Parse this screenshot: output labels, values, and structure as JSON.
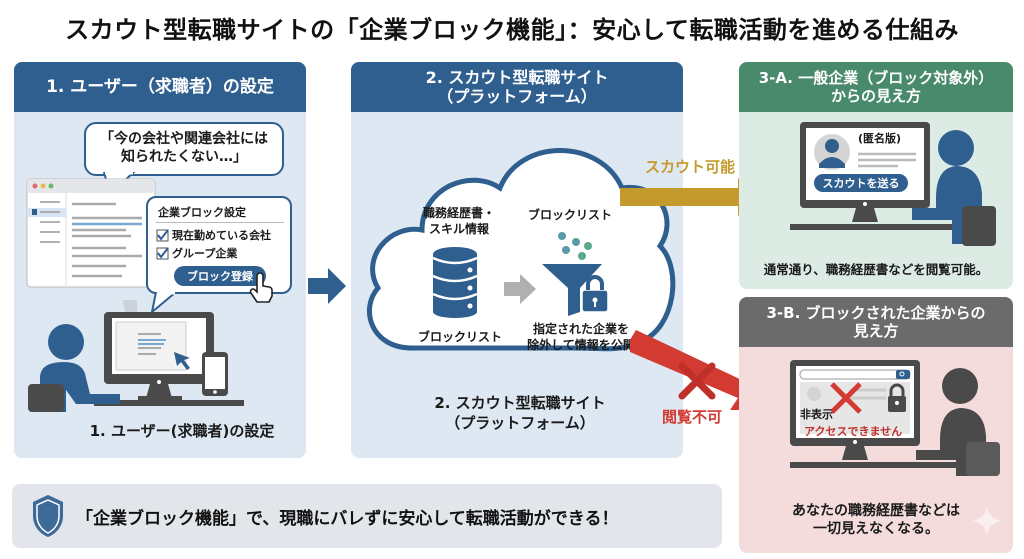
{
  "title": "スカウト型転職サイトの「企業ブロック機能」：安心して転職活動を進める仕組み",
  "panel1": {
    "header": "1. ユーザー（求職者）の設定",
    "speech": [
      "「今の会社や関連会社には",
      "知られたくない…」"
    ],
    "settings_title": "企業ブロック設定",
    "checkbox1": "現在勤めている会社",
    "checkbox2": "グループ企業",
    "register_button": "ブロック登録",
    "caption": "1. ユーザー(求職者)の設定"
  },
  "panel2": {
    "header": [
      "2. スカウト型転職サイト",
      "（プラットフォーム）"
    ],
    "db_label": [
      "職務経歴書・",
      "スキル情報"
    ],
    "filter_label": "ブロックリスト",
    "db_caption": "ブロックリスト",
    "filter_caption": [
      "指定された企業を",
      "除外して情報を公開"
    ],
    "caption": [
      "2. スカウト型転職サイト",
      "（プラットフォーム）"
    ]
  },
  "arrows": {
    "scout_ok": "スカウト可能",
    "view_ng": "閲覧不可"
  },
  "panel3a": {
    "header": [
      "3-A. 一般企業（ブロック対象外）",
      "からの見え方"
    ],
    "anon_label": "(匿名版)",
    "send_scout_button": "スカウトを送る",
    "caption": "通常通り、職務経歴書などを閲覧可能。"
  },
  "panel3b": {
    "header": [
      "3-B. ブロックされた企業からの",
      "見え方"
    ],
    "hidden_label": "非表示",
    "access_denied": "アクセスできません",
    "caption": [
      "あなたの職務経歴書などは",
      "一切見えなくなる。"
    ]
  },
  "bottom": {
    "message": "「企業ブロック機能」で、現職にバレずに安心して転職活動ができる！"
  },
  "colors": {
    "navy": "#2f5f8f",
    "green": "#4a8a6c",
    "gray": "#6b6b6b",
    "gold": "#c49a2c",
    "red": "#d23a32"
  }
}
